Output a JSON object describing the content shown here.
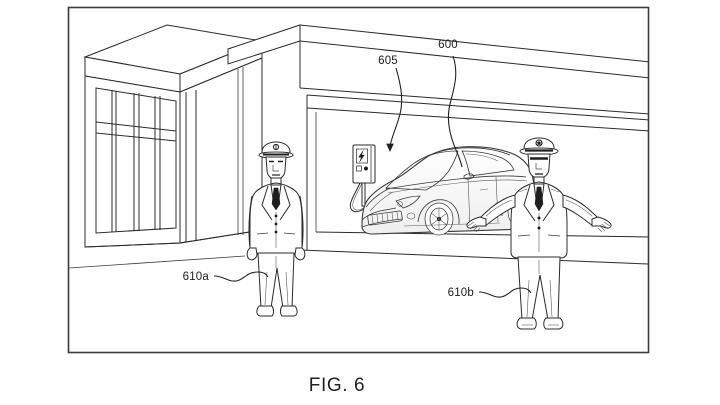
{
  "figure": {
    "caption": "FIG. 6",
    "border_color": "#3c3c3c",
    "background_color": "#ffffff",
    "line_color": "#2b2b2b"
  },
  "reference_numerals": [
    {
      "id": "600",
      "label": "600",
      "points_to": "electric-vehicle",
      "description": "Electric vehicle parked in garage"
    },
    {
      "id": "605",
      "label": "605",
      "points_to": "charging-station",
      "description": "Wall mounted electric vehicle charging station"
    },
    {
      "id": "610a",
      "label": "610a",
      "points_to": "person-left",
      "description": "Uniformed attendant standing with arms at sides"
    },
    {
      "id": "610b",
      "label": "610b",
      "points_to": "person-right",
      "description": "Uniformed attendant standing with arms outstretched"
    }
  ],
  "scene": {
    "building_label": "Building with glass storefront facade",
    "garage_label": "Open parking garage structure",
    "vehicle_label": "Hatchback electric vehicle, front three-quarter view",
    "charger_label": "Charging station with lightning bolt symbol and cable",
    "ground_label": "Sidewalk and driveway ground plane"
  }
}
